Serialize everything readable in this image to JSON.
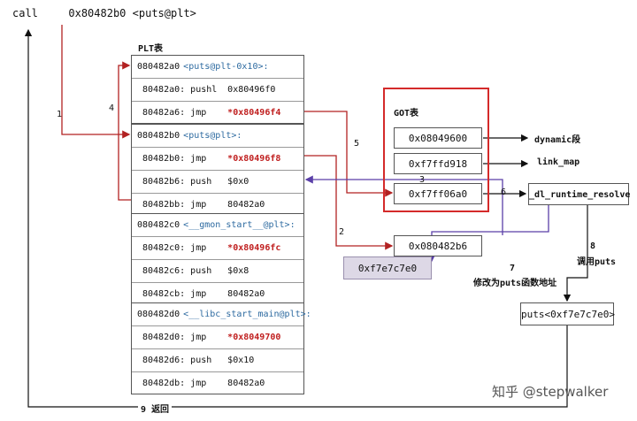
{
  "call_line": {
    "call": "call",
    "addr": "0x80482b0",
    "target": "<puts@plt>"
  },
  "plt_title": "PLT表",
  "plt_groups": [
    {
      "header": "080482a0",
      "header_sym": "<puts@plt-0x10>:",
      "rows": [
        {
          "addr": "80482a0:",
          "op": "pushl",
          "arg": "0x80496f0",
          "red": false
        },
        {
          "addr": "80482a6:",
          "op": "jmp",
          "arg": "*0x80496f4",
          "red": true
        }
      ]
    },
    {
      "header": "080482b0",
      "header_sym": "<puts@plt>:",
      "rows": [
        {
          "addr": "80482b0:",
          "op": "jmp",
          "arg": "*0x80496f8",
          "red": true
        },
        {
          "addr": "80482b6:",
          "op": "push",
          "arg": "$0x0",
          "red": false
        },
        {
          "addr": "80482bb:",
          "op": "jmp",
          "arg": "80482a0",
          "red": false
        }
      ]
    },
    {
      "header": "080482c0",
      "header_sym": "<__gmon_start__@plt>:",
      "rows": [
        {
          "addr": "80482c0:",
          "op": "jmp",
          "arg": "*0x80496fc",
          "red": true
        },
        {
          "addr": "80482c6:",
          "op": "push",
          "arg": "$0x8",
          "red": false
        },
        {
          "addr": "80482cb:",
          "op": "jmp",
          "arg": "80482a0",
          "red": false
        }
      ]
    },
    {
      "header": "080482d0",
      "header_sym": "<__libc_start_main@plt>:",
      "rows": [
        {
          "addr": "80482d0:",
          "op": "jmp",
          "arg": "*0x8049700",
          "red": true
        },
        {
          "addr": "80482d6:",
          "op": "push",
          "arg": "$0x10",
          "red": false
        },
        {
          "addr": "80482db:",
          "op": "jmp",
          "arg": "80482a0",
          "red": false
        }
      ]
    }
  ],
  "got_title": "GOT表",
  "got_cells": [
    "0x08049600",
    "0xf7ffd918",
    "0xf7ff06a0"
  ],
  "got_labels": [
    "dynamic段",
    "link_map"
  ],
  "resolve_label": "_dl_runtime_resolve",
  "got_entry": "0x080482b6",
  "new_value": "0xf7e7c7e0",
  "puts_box": "puts<0xf7e7c7e0>",
  "step_labels": {
    "s1": "1",
    "s2": "2",
    "s3": "3",
    "s4": "4",
    "s5": "5",
    "s6": "6",
    "s7": "7",
    "s7_text": "修改为puts函数地址",
    "s8": "8",
    "s8_text": "调用puts",
    "s9": "9",
    "s9_text": "返回"
  },
  "watermark": "知乎 @stepwalker",
  "colors": {
    "red": "#b22222",
    "purple": "#5a3fa8",
    "blue": "#2d6aa0",
    "got_border": "#d42a2a",
    "new_value_bg": "#ddd8e6"
  }
}
